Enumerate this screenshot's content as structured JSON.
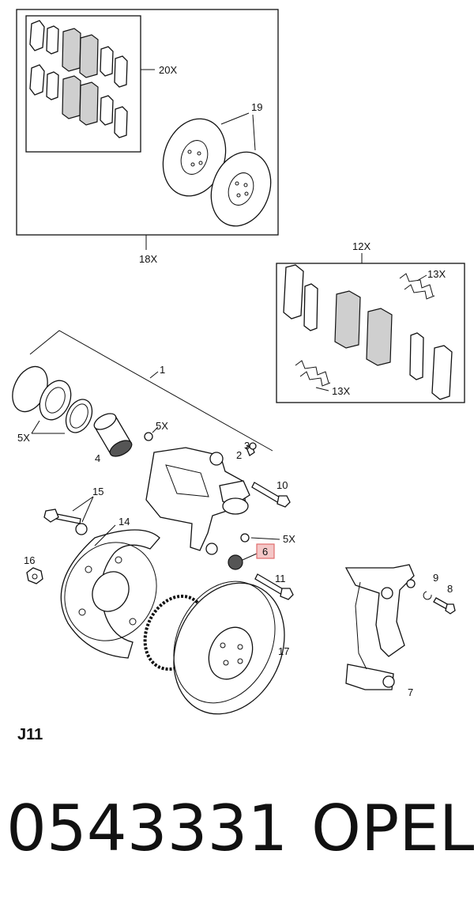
{
  "labels": {
    "l20x": "20X",
    "l19": "19",
    "l18x": "18X",
    "l12x": "12X",
    "l13x_top": "13X",
    "l13x_bot": "13X",
    "l1": "1",
    "l5x_a": "5X",
    "l5x_b": "5X",
    "l5x_c": "5X",
    "l4": "4",
    "l3": "3",
    "l2": "2",
    "l10": "10",
    "l15": "15",
    "l14": "14",
    "l6": "6",
    "l16": "16",
    "l11": "11",
    "l9": "9",
    "l8": "8",
    "l17": "17",
    "l7": "7"
  },
  "figure_code": "J11",
  "part_number": "0543331",
  "brand": "OPEL",
  "highlight_color": "#f4c7c7"
}
